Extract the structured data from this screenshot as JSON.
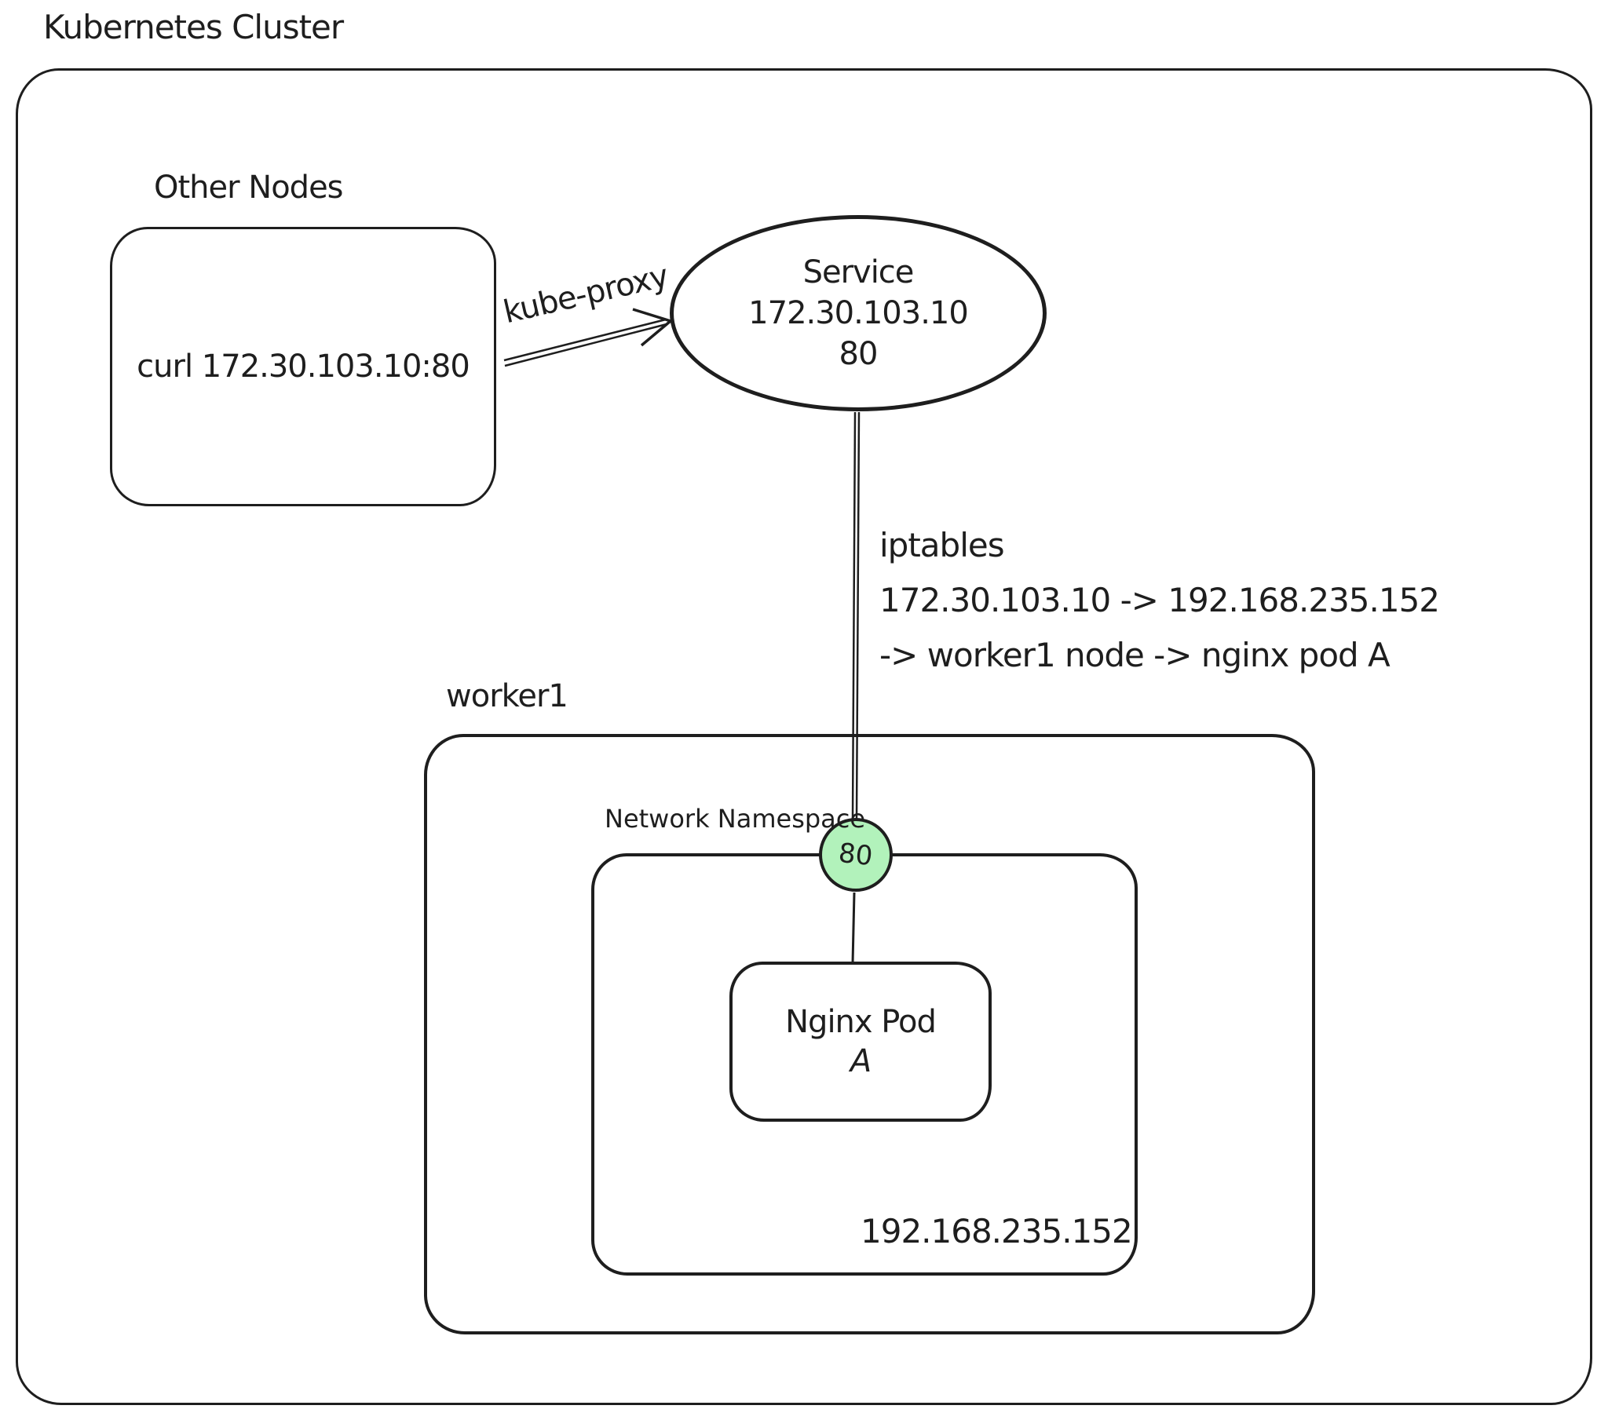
{
  "diagram": {
    "title": "Kubernetes Cluster",
    "other_nodes": {
      "label": "Other Nodes",
      "command": "curl 172.30.103.10:80"
    },
    "kube_proxy": {
      "label": "kube-proxy"
    },
    "service": {
      "name": "Service",
      "ip": "172.30.103.10",
      "port": "80"
    },
    "iptables": {
      "lines": [
        "iptables",
        "172.30.103.10 -> 192.168.235.152",
        "-> worker1 node -> nginx pod A"
      ]
    },
    "worker_node": {
      "label": "worker1",
      "network_namespace": {
        "label": "Network Namespace",
        "port_badge": "80",
        "pod": {
          "title": "Nginx Pod",
          "line2": "A"
        },
        "ip": "192.168.235.152"
      }
    },
    "colors": {
      "stroke": "#1e1e1e",
      "badge_fill": "#b2f2bb",
      "background": "#ffffff"
    }
  }
}
